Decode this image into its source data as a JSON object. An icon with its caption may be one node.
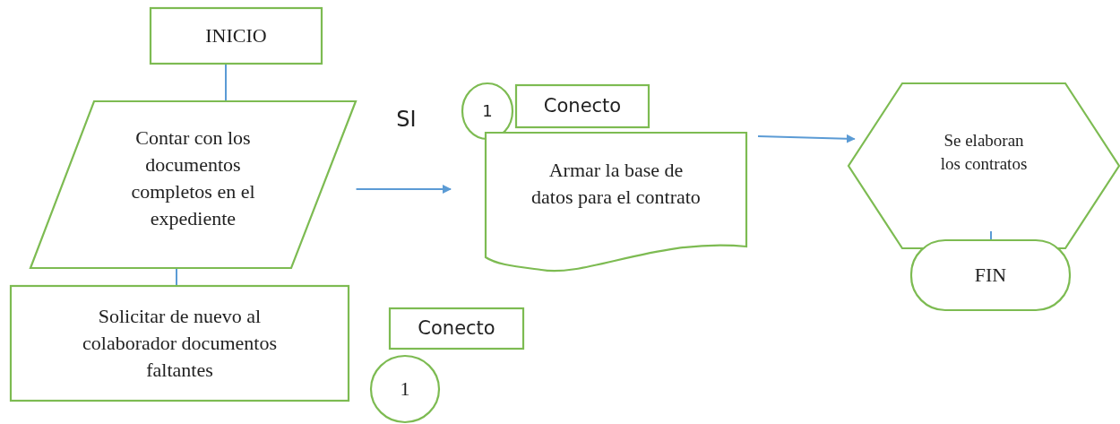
{
  "diagram": {
    "nodes": [
      {
        "text": [
          "INICIO"
        ]
      },
      {
        "text": [
          "Contar con los documentos completos en el expediente"
        ]
      },
      {
        "text": [
          "Solicitar de nuevo al colaborador documentos faltantes"
        ]
      },
      {
        "text": [
          "Conecto"
        ]
      },
      {
        "text": [
          "1"
        ]
      },
      {
        "text": [
          "1"
        ]
      },
      {
        "text": [
          "Conecto"
        ]
      },
      {
        "text": [
          "Armar la base de datos para el contrato"
        ]
      },
      {
        "text": [
          "Se elaboran los contratos"
        ]
      },
      {
        "text": [
          "FIN"
        ]
      }
    ],
    "edges": [
      {
        "from": 0,
        "to": 1,
        "arrow": "none"
      },
      {
        "from": 1,
        "to": 2,
        "arrow": "none"
      },
      {
        "from": 1,
        "to": 7,
        "arrow": "to",
        "label": "SI"
      },
      {
        "from": 7,
        "to": 8,
        "arrow": "to"
      },
      {
        "from": 8,
        "to": 9,
        "arrow": "none"
      }
    ]
  }
}
